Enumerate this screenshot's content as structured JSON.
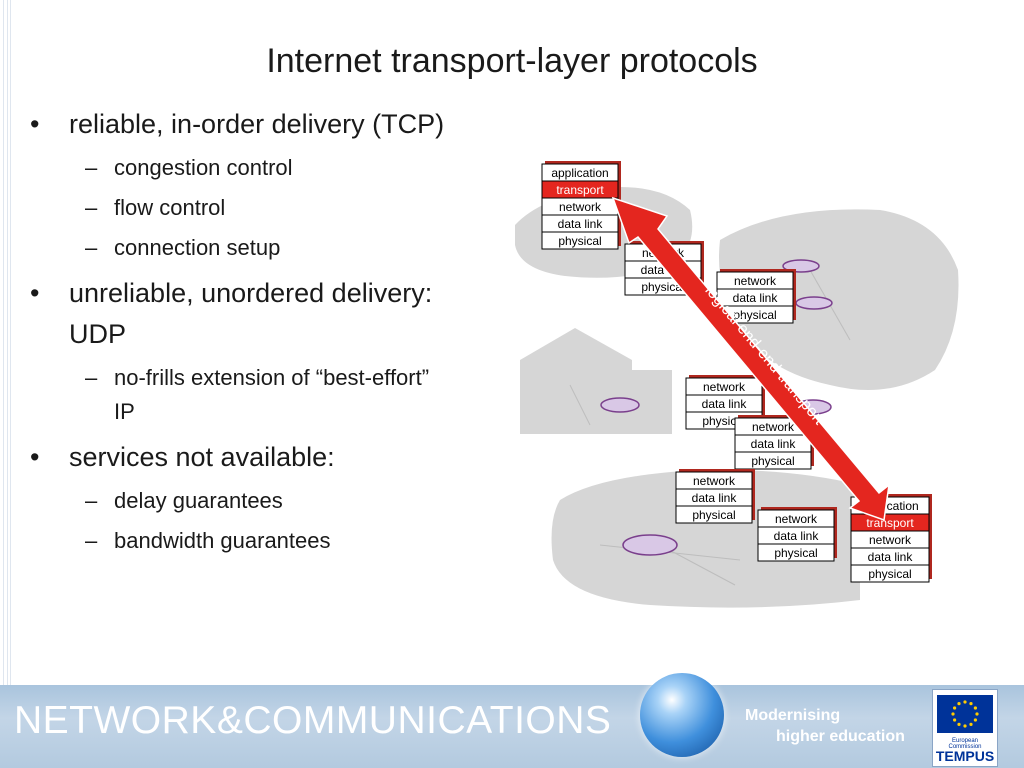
{
  "slide": {
    "title": "Internet transport-layer protocols",
    "bullets": [
      {
        "text": "reliable, in-order delivery (TCP)",
        "subs": [
          "congestion control",
          "flow control",
          "connection setup"
        ]
      },
      {
        "text": "unreliable, unordered delivery: UDP",
        "subs": [
          "no-frills extension of “best-effort” IP"
        ]
      },
      {
        "text": "services not available:",
        "subs": [
          "delay guarantees",
          "bandwidth guarantees"
        ]
      }
    ]
  },
  "diagram": {
    "layers": {
      "application": "application",
      "transport": "transport",
      "network": "network",
      "datalink": "data link",
      "physical": "physical"
    },
    "arrow_label": "logical end-end transport",
    "highlight_color": "#e4261f"
  },
  "footer": {
    "title": "NETWORK&COMMUNICATIONS",
    "tagline1": "Modernising",
    "tagline2": "higher education",
    "eu_small": "European Commission",
    "eu_tempus": "TEMPUS"
  }
}
